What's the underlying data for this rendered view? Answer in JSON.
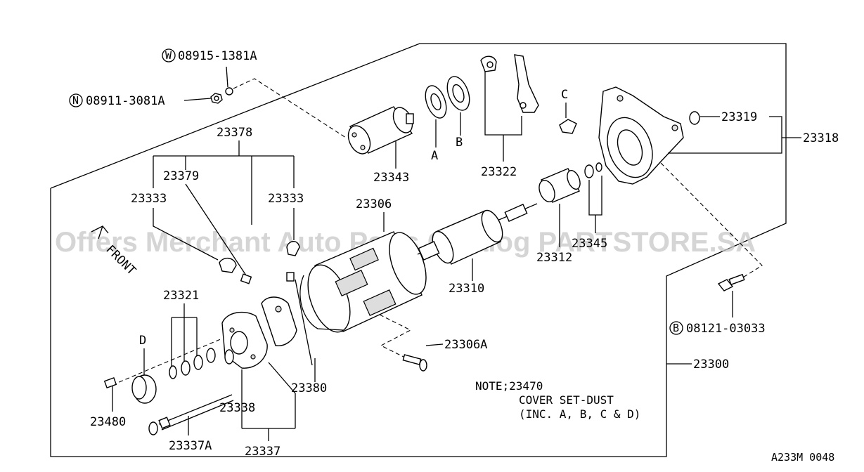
{
  "watermark": "Offers Merchant Auto Parts Catalog PARTSTORE.SA",
  "figure_code": "A233M 0048",
  "front_label": "FRONT",
  "prefix_w": "W",
  "prefix_n": "N",
  "prefix_b": "B",
  "parts": {
    "p08915": "08915-1381A",
    "p08911": "08911-3081A",
    "p23378": "23378",
    "p23379": "23379",
    "p23333_left": "23333",
    "p23333_right": "23333",
    "p23343": "23343",
    "pA": "A",
    "pB": "B",
    "p23322": "23322",
    "pC": "C",
    "p23319": "23319",
    "p23318": "23318",
    "p23306": "23306",
    "p23312": "23312",
    "p23345": "23345",
    "p23310": "23310",
    "p23321": "23321",
    "pD": "D",
    "p23306A": "23306A",
    "p08121": "08121-03033",
    "p23300": "23300",
    "p23380": "23380",
    "p23338": "23338",
    "p23480": "23480",
    "p23337A": "23337A",
    "p23337": "23337"
  },
  "note": {
    "line1": "NOTE;23470",
    "line2": "COVER SET-DUST",
    "line3": "(INC. A, B, C & D)"
  }
}
